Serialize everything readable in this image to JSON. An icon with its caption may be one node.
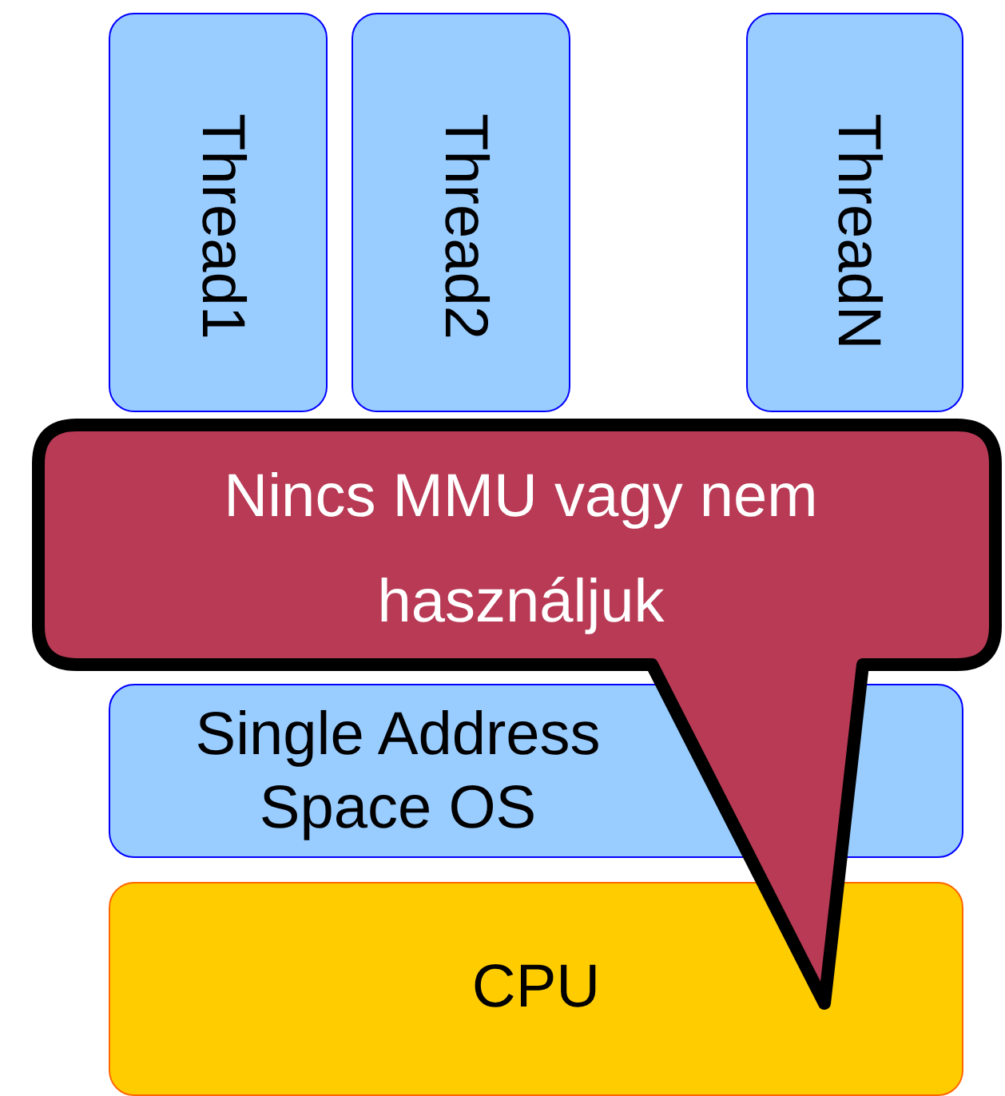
{
  "diagram": {
    "nodes": [
      {
        "text": [
          "Thread1"
        ]
      },
      {
        "text": [
          "Thread2"
        ]
      },
      {
        "text": [
          "ThreadN"
        ]
      },
      {
        "text": [
          "Single Address Space OS"
        ]
      },
      {
        "text": [
          "CPU"
        ]
      },
      {
        "text": [
          "Nincs MMU vagy nem használjuk"
        ]
      }
    ]
  }
}
